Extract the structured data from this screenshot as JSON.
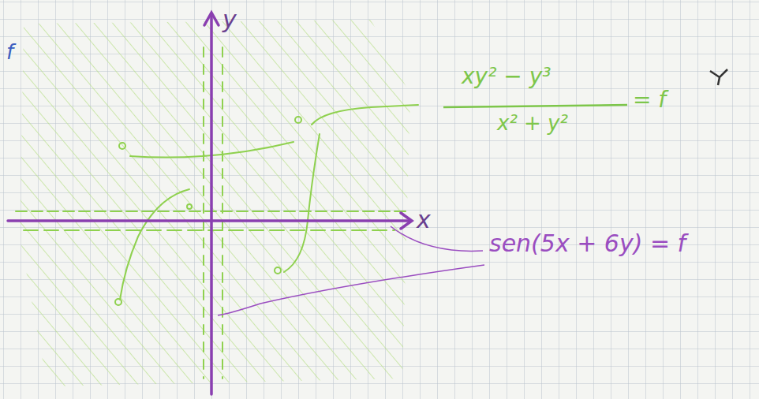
{
  "diagram": {
    "labels": [
      "f",
      "y",
      "x",
      "xy² − y³",
      "x² + y²",
      "= f",
      "sen(5x + 6y) = f"
    ]
  }
}
